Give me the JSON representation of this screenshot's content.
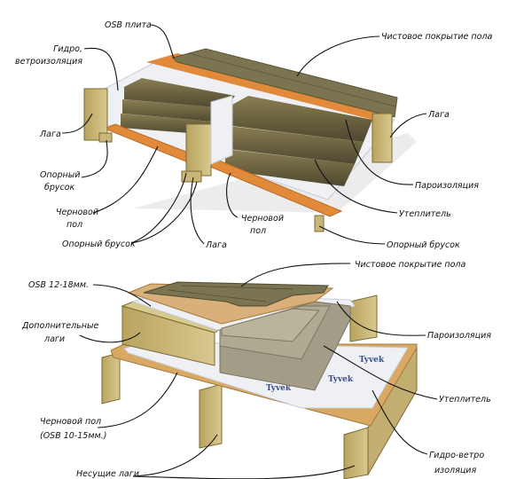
{
  "top_diagram": {
    "labels": {
      "osb_plate": "OSB плита",
      "hydro_wind_1": "Гидро,",
      "hydro_wind_2": "ветроизоляция",
      "finish_floor": "Чистовое покрытие пола",
      "lag_left": "Лага",
      "lag_right": "Лага",
      "support_bar_1": "Опорный",
      "support_bar_2": "брусок",
      "vapor_barrier": "Пароизоляция",
      "rough_floor_left_1": "Черновой",
      "rough_floor_left_2": "пол",
      "insulation": "Утеплитель",
      "rough_floor_mid_1": "Черновой",
      "rough_floor_mid_2": "пол",
      "support_bar_bottom_left": "Опорный брусок",
      "lag_mid": "Лага",
      "support_bar_bottom_right": "Опорный брусок"
    }
  },
  "bottom_diagram": {
    "labels": {
      "finish_floor": "Чистовое покрытие пола",
      "osb_top": "OSB 12-18мм.",
      "extra_lags_1": "Дополнительные",
      "extra_lags_2": "лаги",
      "vapor_barrier": "Пароизоляция",
      "insulation": "Утеплитель",
      "rough_floor_1": "Черновой пол",
      "rough_floor_2": "(OSB 10-15мм.)",
      "hydro_wind_1": "Гидро-ветро",
      "hydro_wind_2": "изоляция",
      "bearing_lags": "Несущие лаги",
      "membrane_brand": "Tyvek"
    }
  },
  "colors": {
    "wood": "#c9b77a",
    "osb": "#d9a862",
    "orange": "#e08a3a",
    "insulation": "#6f6640",
    "finish": "#7b7450",
    "membrane": "#eef0f4"
  }
}
